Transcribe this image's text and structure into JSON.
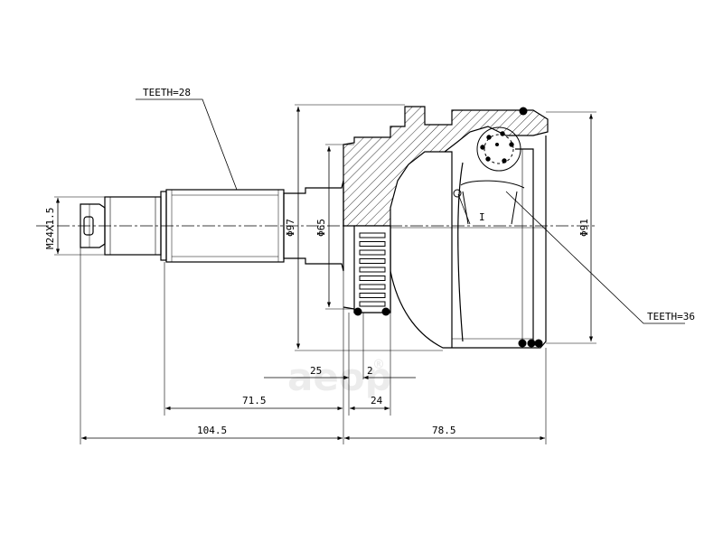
{
  "labels": {
    "teeth_outer": "TEETH=28",
    "teeth_inner": "TEETH=36",
    "thread": "M24X1.5",
    "dia_97": "Φ97",
    "dia_65": "Φ65",
    "dia_91": "Φ91",
    "section_mark": "I"
  },
  "dimensions": {
    "d_25": "25",
    "d_2": "2",
    "d_71_5": "71.5",
    "d_24": "24",
    "d_104_5": "104.5",
    "d_78_5": "78.5"
  },
  "watermark": {
    "text": "aeop",
    "symbol": "®"
  },
  "colors": {
    "line": "#000000",
    "hatch": "#000000",
    "watermark": "#000000"
  }
}
